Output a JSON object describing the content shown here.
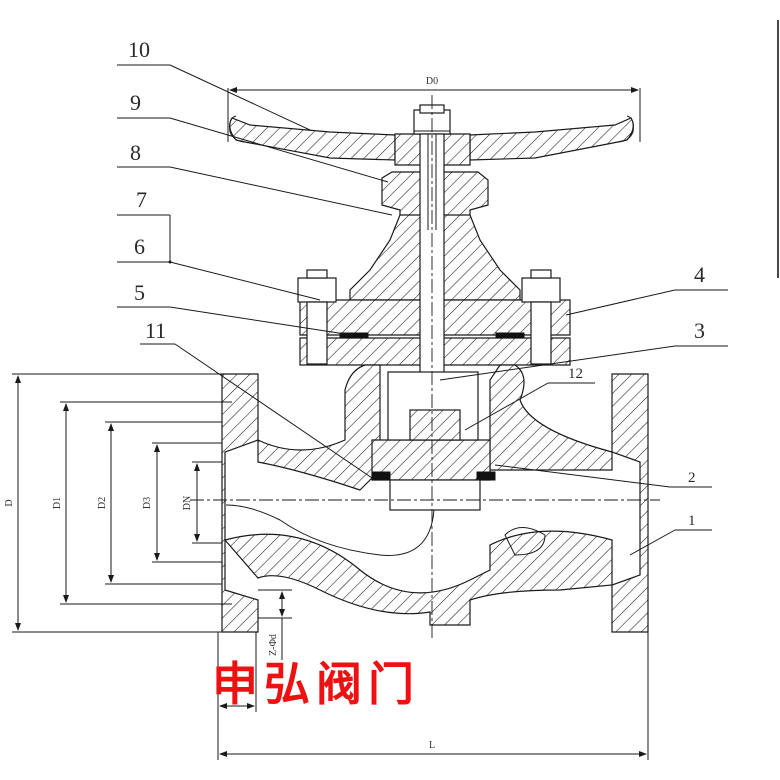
{
  "drawing": {
    "subject": "globe-valve-cross-section",
    "colors": {
      "line": "#1a1a1a",
      "watermark": "#ee1111",
      "background": "#ffffff"
    }
  },
  "callouts": [
    {
      "id": "10",
      "label": "10"
    },
    {
      "id": "9",
      "label": "9"
    },
    {
      "id": "8",
      "label": "8"
    },
    {
      "id": "7",
      "label": "7"
    },
    {
      "id": "6",
      "label": "6"
    },
    {
      "id": "5",
      "label": "5"
    },
    {
      "id": "11",
      "label": "11"
    },
    {
      "id": "4",
      "label": "4"
    },
    {
      "id": "3",
      "label": "3"
    },
    {
      "id": "12",
      "label": "12"
    },
    {
      "id": "2",
      "label": "2"
    },
    {
      "id": "1",
      "label": "1"
    }
  ],
  "dimensions": {
    "handwheel_diameter": "D0",
    "flange_outer": "D",
    "bolt_circle": "D1",
    "raised_face": "D2",
    "face_inner": "D3",
    "nominal": "DN",
    "bolt_holes": "Z-Φd",
    "length": "L"
  },
  "watermark": {
    "text": "申弘阀门"
  }
}
